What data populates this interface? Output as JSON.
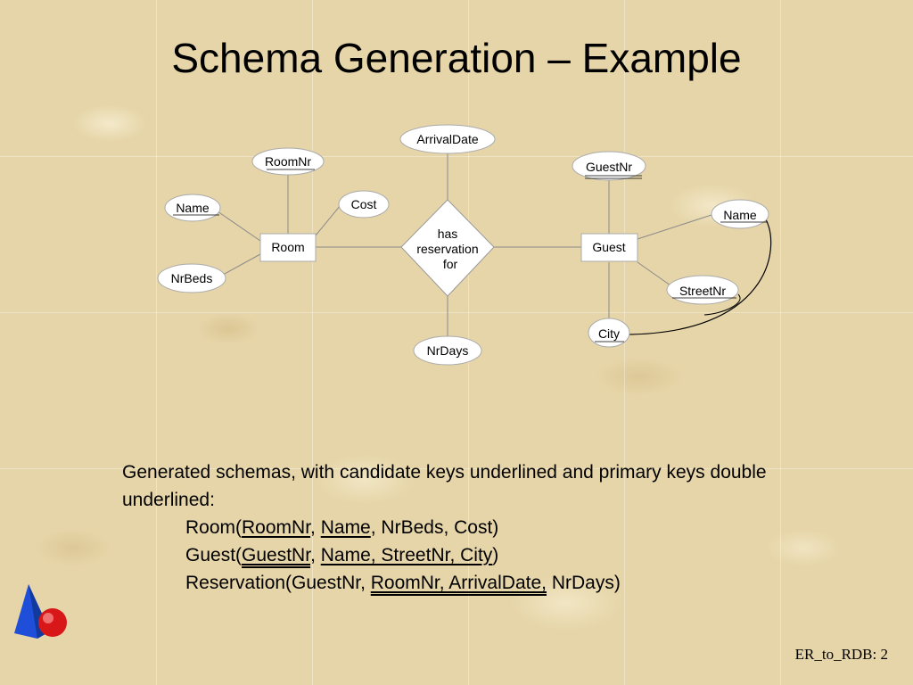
{
  "title": "Schema Generation – Example",
  "diagram": {
    "entities": {
      "room": "Room",
      "guest": "Guest"
    },
    "relationship": {
      "line1": "has",
      "line2": "reservation",
      "line3": "for"
    },
    "attributes": {
      "room_nr": "RoomNr",
      "room_name": "Name",
      "cost": "Cost",
      "nr_beds": "NrBeds",
      "arrival_date": "ArrivalDate",
      "nr_days": "NrDays",
      "guest_nr": "GuestNr",
      "guest_name": "Name",
      "street_nr": "StreetNr",
      "city": "City"
    }
  },
  "schemas": {
    "intro": "Generated schemas, with candidate keys underlined and primary keys double underlined:",
    "room": {
      "name": "Room(",
      "k1": "RoomNr",
      "sep1": ", ",
      "k2": "Name",
      "rest": ", NrBeds, Cost)"
    },
    "guest": {
      "name": "Guest(",
      "pk": "GuestNr",
      "sep1": ", ",
      "ck": "Name, StreetNr, City",
      "rest": ")"
    },
    "reservation": {
      "name": "Reservation(GuestNr, ",
      "ck": "RoomNr, ArrivalDate,",
      "rest": " NrDays)"
    }
  },
  "footer": "ER_to_RDB: 2"
}
